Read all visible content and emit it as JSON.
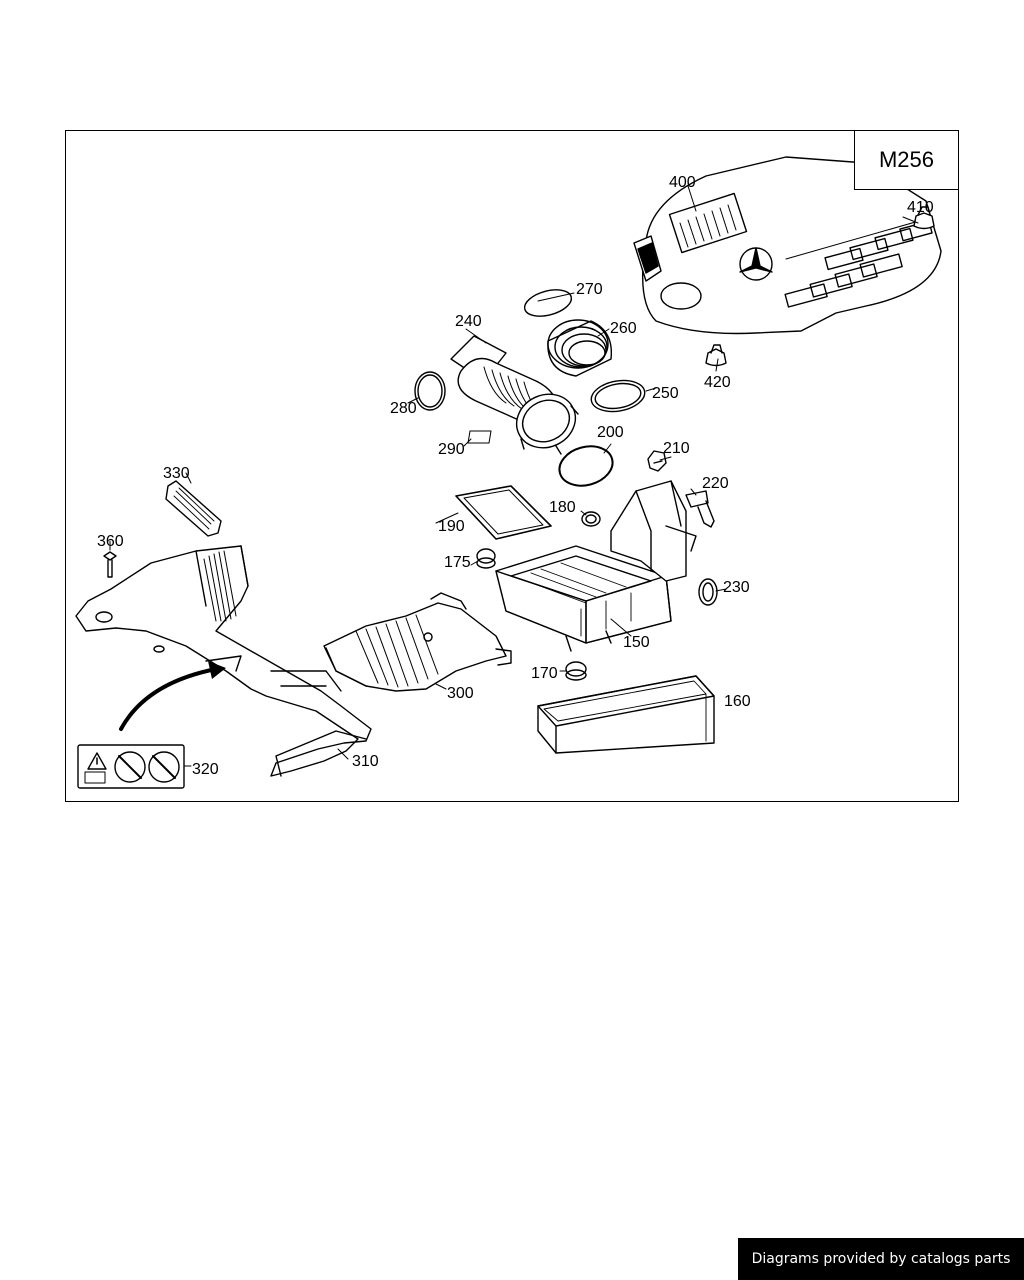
{
  "diagram": {
    "engine_code": "M256",
    "part_labels": {
      "p150": "150",
      "p160": "160",
      "p170": "170",
      "p175": "175",
      "p180": "180",
      "p190": "190",
      "p200": "200",
      "p210": "210",
      "p220": "220",
      "p230": "230",
      "p240": "240",
      "p250": "250",
      "p260": "260",
      "p270": "270",
      "p280": "280",
      "p290": "290",
      "p300": "300",
      "p310": "310",
      "p320": "320",
      "p330": "330",
      "p360": "360",
      "p400": "400",
      "p410": "410",
      "p420": "420"
    }
  },
  "footer": {
    "text": "Diagrams provided by catalogs parts"
  },
  "colors": {
    "line": "#000000",
    "background": "#ffffff",
    "footer_bg": "#000000",
    "footer_text": "#ffffff"
  }
}
